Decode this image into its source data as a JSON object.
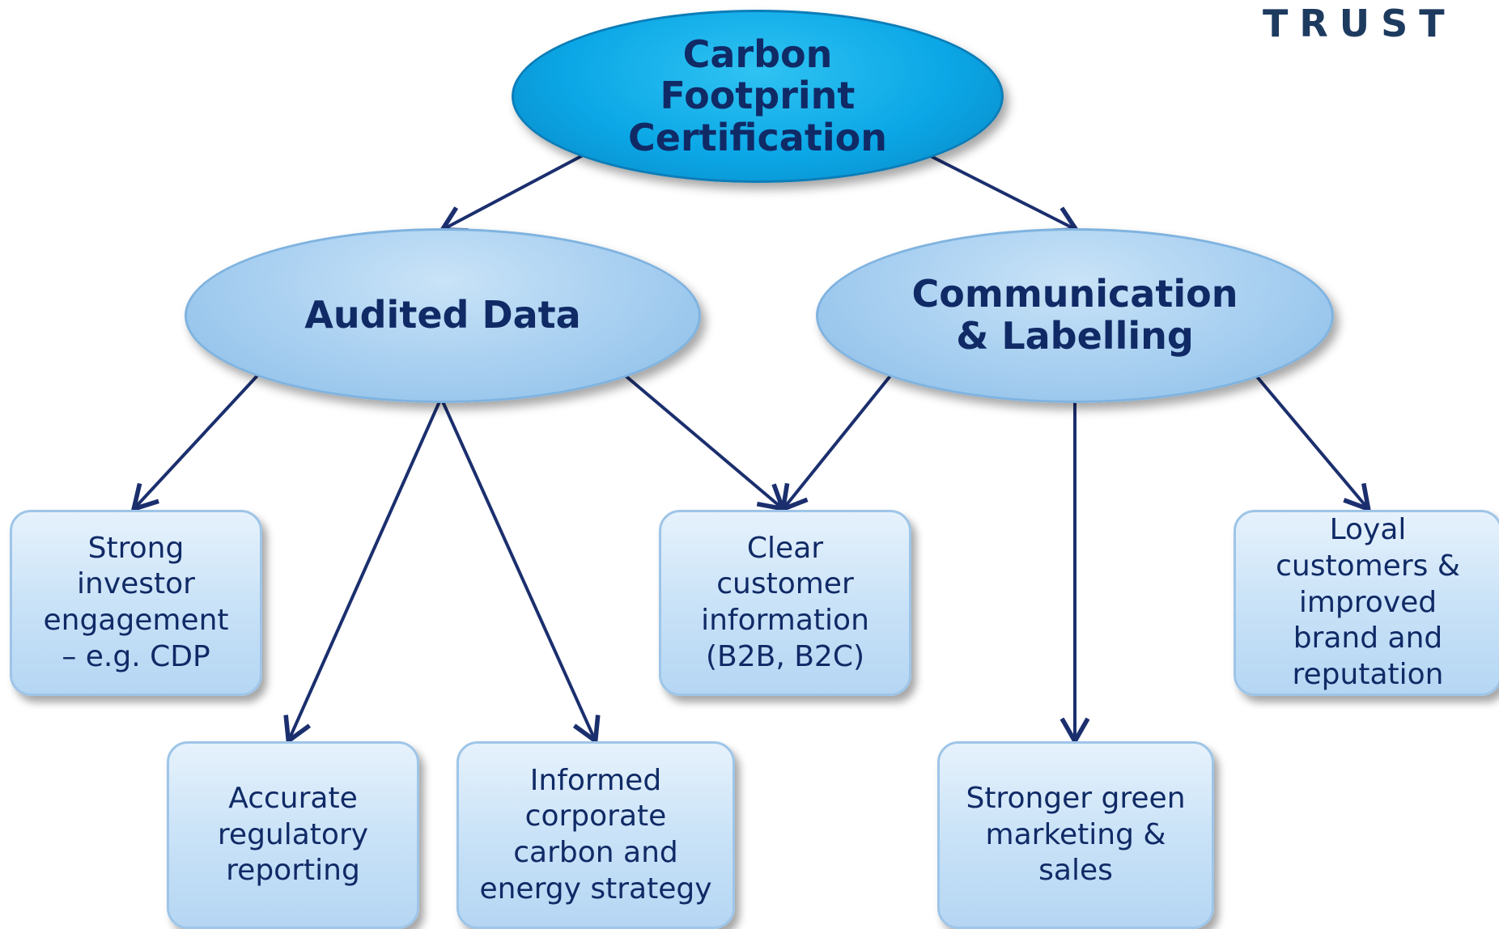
{
  "brand": {
    "text": "TRUST"
  },
  "nodes": {
    "root": {
      "label": "Carbon\nFootprint\nCertification"
    },
    "audited": {
      "label": "Audited Data"
    },
    "communication": {
      "label": "Communication\n& Labelling"
    },
    "investor": {
      "label": "Strong\ninvestor\nengagement\n– e.g. CDP"
    },
    "clear": {
      "label": "Clear\ncustomer\ninformation\n(B2B, B2C)"
    },
    "loyal": {
      "label": "Loyal\ncustomers &\nimproved\nbrand and\nreputation"
    },
    "accurate": {
      "label": "Accurate\nregulatory\nreporting"
    },
    "informed": {
      "label": "Informed\ncorporate\ncarbon and\nenergy strategy"
    },
    "stronger": {
      "label": "Stronger green\nmarketing &\nsales"
    }
  },
  "colors": {
    "arrow": "#1b2f6e",
    "text": "#102a66",
    "root_fill": "#0ba7e6",
    "mid_fill": "#a9d0f1",
    "box_fill": "#c7e1f7"
  }
}
